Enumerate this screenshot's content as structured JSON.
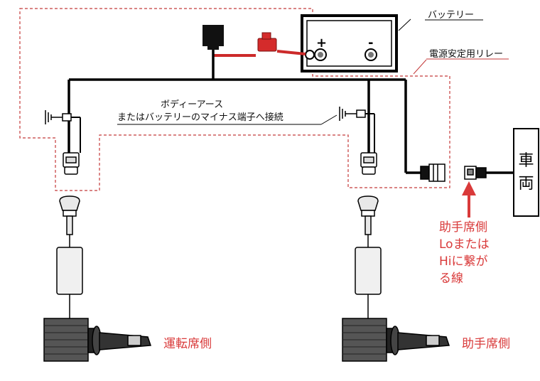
{
  "labels": {
    "battery": "バッテリー",
    "relay": "電源安定用リレー",
    "body_earth_line1": "ボディーアース",
    "body_earth_line2": "またはバッテリーのマイナス端子へ接続",
    "driver_side": "運転席側",
    "passenger_side": "助手席側",
    "vehicle_char1": "車",
    "vehicle_char2": "両",
    "note_line1": "助手席側",
    "note_line2": "Loまたは",
    "note_line3": "Hiに繋が",
    "note_line4": "る線",
    "plus_terminal": "+",
    "minus_terminal": "-"
  },
  "colors": {
    "wire": "#000000",
    "positive_wire": "#cc2a2a",
    "annotation_red": "#d93a3a",
    "dashed_outline": "#c43a3a"
  },
  "icons": [
    "battery-icon",
    "relay-box-icon",
    "fuse-holder-icon",
    "ground-symbol-icon",
    "connector-icon",
    "led-bulb-icon",
    "ballast-icon",
    "arrow-up-icon"
  ]
}
